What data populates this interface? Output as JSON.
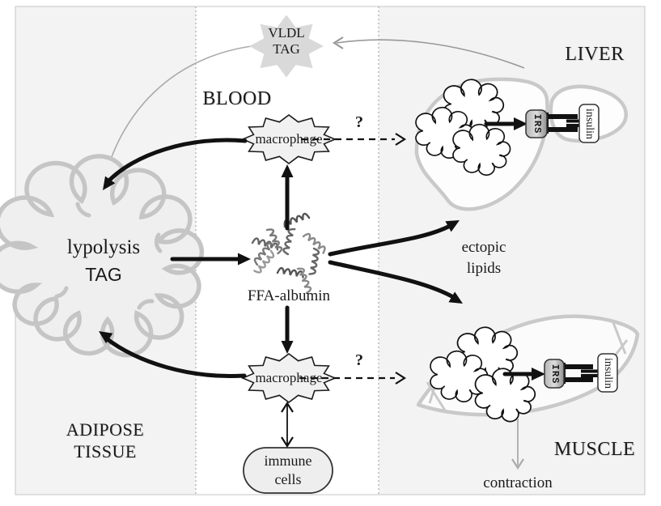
{
  "panels": {
    "adipose": {
      "label_line1": "ADIPOSE",
      "label_line2": "TISSUE"
    },
    "blood": {
      "label": "BLOOD"
    },
    "liver": {
      "label": "LIVER"
    },
    "muscle": {
      "label": "MUSCLE"
    }
  },
  "nodes": {
    "vldl": {
      "line1": "VLDL",
      "line2": "TAG"
    },
    "lypolysis": {
      "line1": "lypolysis",
      "line2": "TAG"
    },
    "macrophage_top": {
      "label": "macrophage"
    },
    "macrophage_bottom": {
      "label": "macrophage"
    },
    "ffa_albumin": {
      "label": "FFA-albumin"
    },
    "immune_cells": {
      "line1": "immune",
      "line2": "cells"
    },
    "irs": {
      "label": "IRS"
    },
    "insulin": {
      "label": "insulin"
    }
  },
  "annotations": {
    "ectopic_line1": "ectopic",
    "ectopic_line2": "lipids",
    "question_top": "?",
    "question_bottom": "?",
    "contraction": "contraction"
  },
  "colors": {
    "panel_bg": "#f3f3f3",
    "organ_outline": "#c8c8c8",
    "cloud_fill": "#efefef",
    "star_fill": "#d9d9d9",
    "arrow_black": "#111111",
    "arrow_gray": "#999999"
  }
}
